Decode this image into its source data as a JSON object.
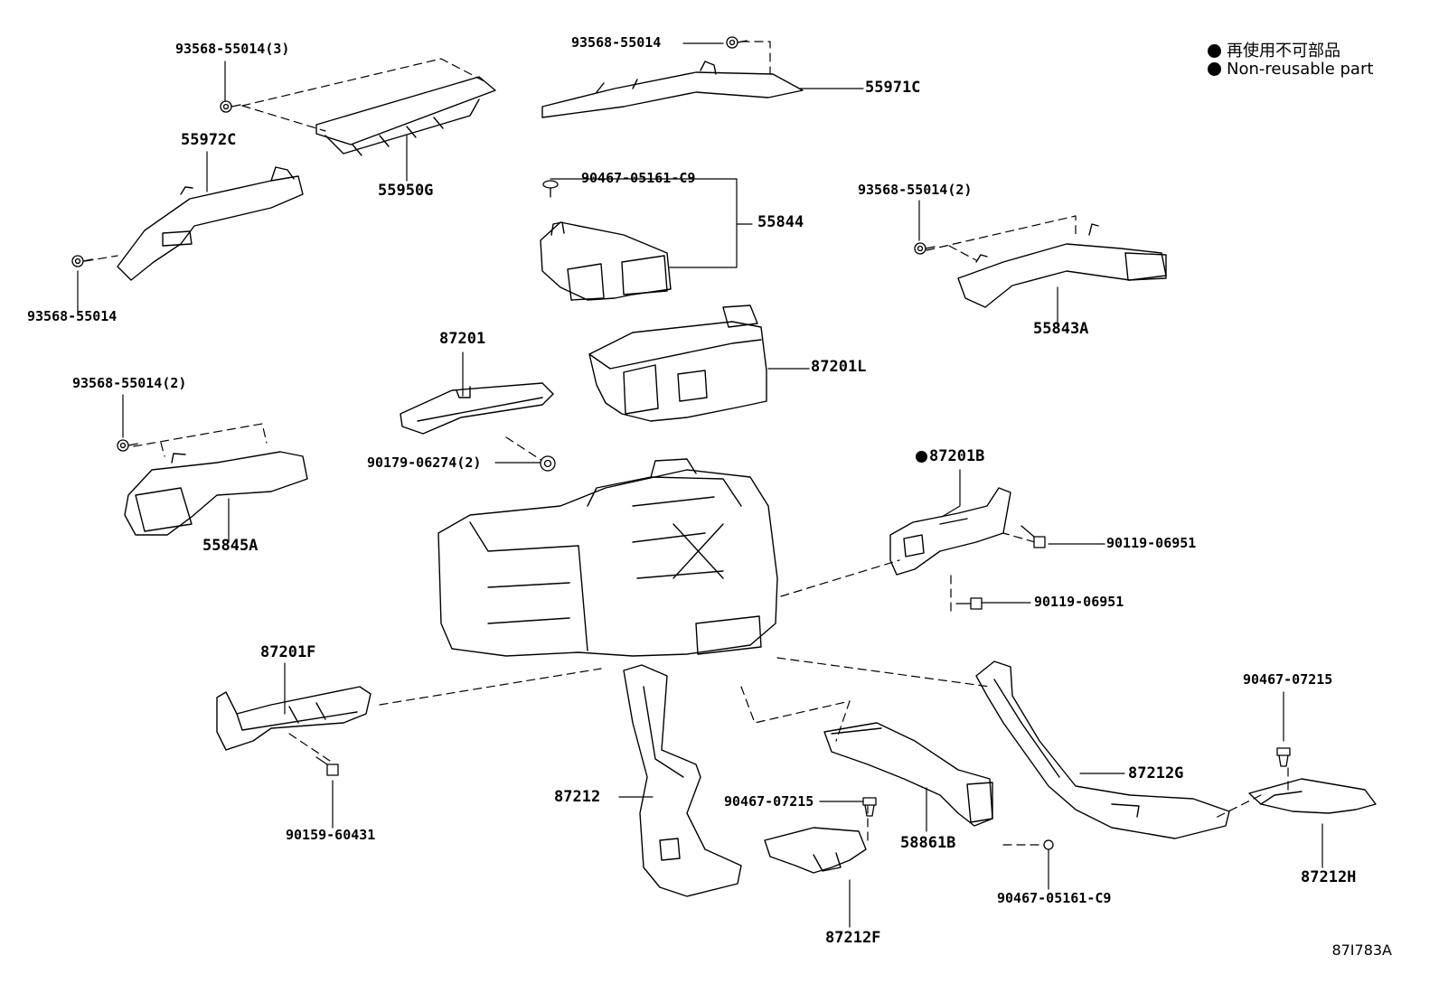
{
  "legend": {
    "line1": "再使用不可部品",
    "line2": "Non-reusable part"
  },
  "diagram_code": "87I783A",
  "labels": {
    "l93568_55014_3": "93568-55014(3)",
    "l93568_55014_top": "93568-55014",
    "l55971C": "55971C",
    "l55972C": "55972C",
    "l55950G": "55950G",
    "l93568_55014_left": "93568-55014",
    "l90467_05161_C9_top": "90467-05161-C9",
    "l55844": "55844",
    "l93568_55014_2_right": "93568-55014(2)",
    "l55843A": "55843A",
    "l87201": "87201",
    "l87201L": "87201L",
    "l93568_55014_2_left": "93568-55014(2)",
    "l90179_06274_2": "90179-06274(2)",
    "l87201B": "87201B",
    "l55845A": "55845A",
    "l90119_06951_a": "90119-06951",
    "l90119_06951_b": "90119-06951",
    "l87201F": "87201F",
    "l90467_07215_right": "90467-07215",
    "l87212G": "87212G",
    "l87212": "87212",
    "l90467_07215_mid": "90467-07215",
    "l58861B": "58861B",
    "l90159_60431": "90159-60431",
    "l87212H": "87212H",
    "l87212F": "87212F",
    "l90467_05161_C9_bottom": "90467-05161-C9"
  }
}
